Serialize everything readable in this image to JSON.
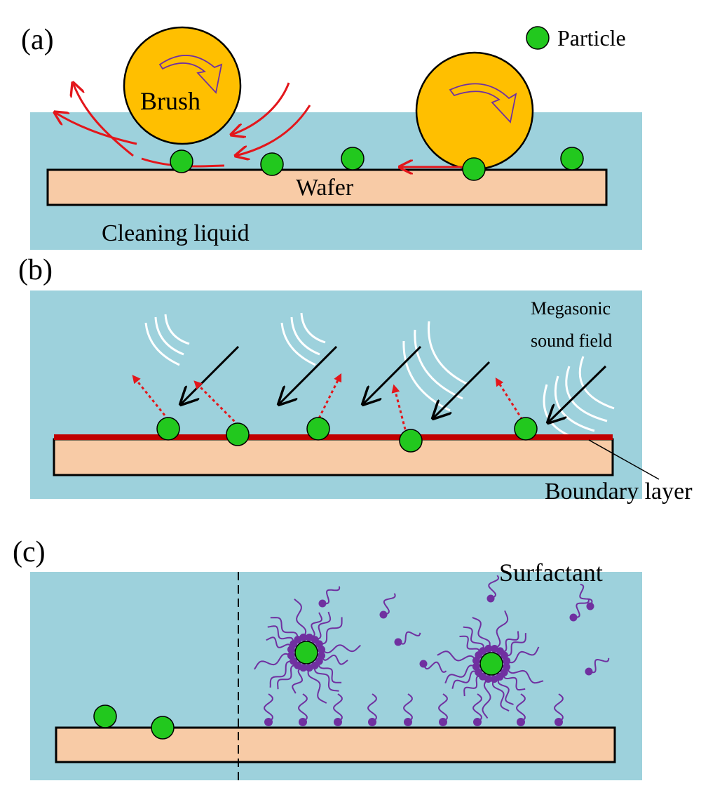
{
  "panels": {
    "a": {
      "label": "(a)",
      "legend_text": "Particle",
      "brush_label": "Brush",
      "wafer_label": "Wafer",
      "liquid_label": "Cleaning liquid"
    },
    "b": {
      "label": "(b)",
      "sound_field_label_line1": "Megasonic",
      "sound_field_label_line2": "sound field",
      "boundary_label": "Boundary layer"
    },
    "c": {
      "label": "(c)",
      "surfactant_label": "Surfactant"
    }
  },
  "colors": {
    "liquid": "#9dd1dc",
    "wafer": "#f8cba6",
    "particle": "#22c81e",
    "brush": "#ffbf00",
    "flow_arrow": "#e3161b",
    "boundary_layer": "#c00000",
    "sound_wave": "#ffffff",
    "surfactant": "#7030a0"
  },
  "icons": {
    "particle": "green-circle",
    "brush": "orange-circle-with-rotation-arrow",
    "surfactant": "purple-head-with-wavy-tail"
  }
}
